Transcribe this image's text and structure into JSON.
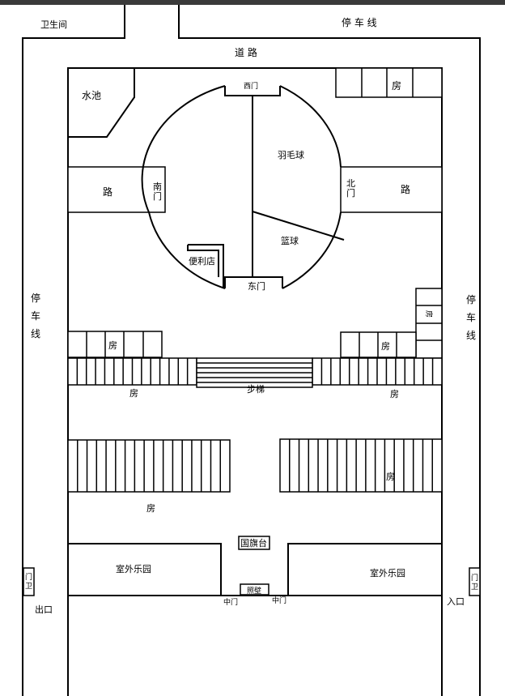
{
  "colors": {
    "line": "#000000",
    "background": "#ffffff",
    "topbar": "#3a3a3a"
  },
  "labels": {
    "toilet": "卫生间",
    "parking_top": "停 车 线",
    "road_top": "道 路",
    "pond": "水池",
    "west_gate": "西门",
    "badminton": "羽毛球",
    "basketball": "篮球",
    "south_gate": "南门",
    "north_gate": "北门",
    "road_left": "路",
    "road_right": "路",
    "shop": "便利店",
    "east_gate": "东门",
    "parking_left": "停车线",
    "parking_right": "停车线",
    "house": "房",
    "stairs": "步梯",
    "flag": "国旗台",
    "playground_left": "室外乐园",
    "playground_right": "室外乐园",
    "screen_wall": "照壁",
    "middle_gate": "中门",
    "guard": "门卫",
    "exit": "出口",
    "entrance": "入口"
  }
}
